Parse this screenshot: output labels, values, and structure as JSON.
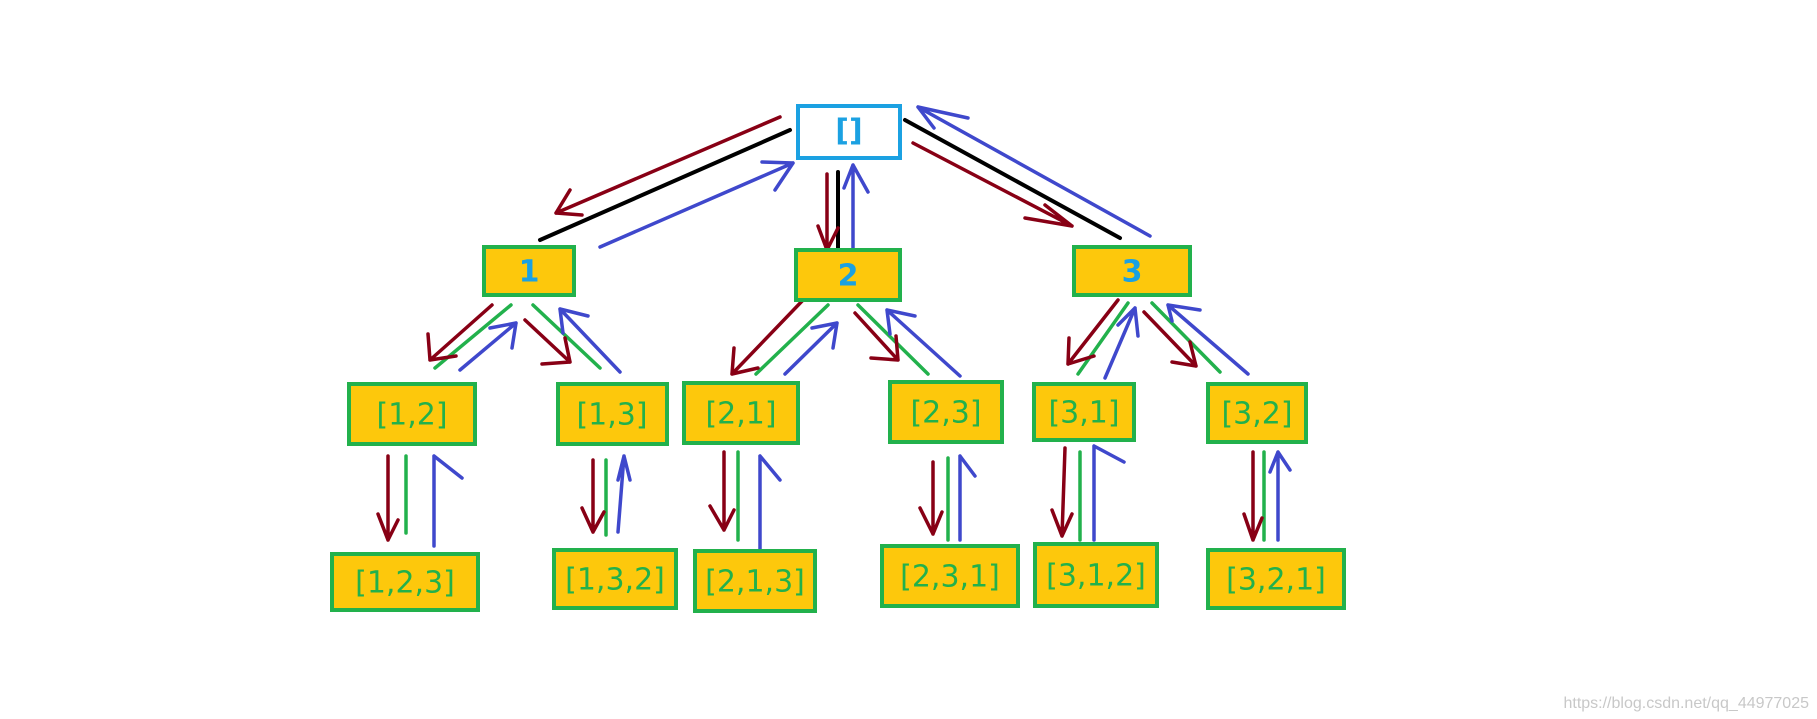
{
  "diagram": {
    "root": "[]",
    "level1": [
      "1",
      "2",
      "3"
    ],
    "level2": [
      "[1,2]",
      "[1,3]",
      "[2,1]",
      "[2,3]",
      "[3,1]",
      "[3,2]"
    ],
    "level3": [
      "[1,2,3]",
      "[1,3,2]",
      "[2,1,3]",
      "[2,3,1]",
      "[3,1,2]",
      "[3,2,1]"
    ]
  },
  "colors": {
    "node_fill": "#fdc80c",
    "node_border": "#22b14c",
    "root_border": "#1ba1e2",
    "label_blue": "#1ba1e2",
    "label_green": "#22b14c",
    "descend_arrow": "#880015",
    "return_arrow": "#3f48cc",
    "tree_edge_top": "#000000",
    "tree_edge_lower": "#22b14c"
  },
  "watermark": "https://blog.csdn.net/qq_44977025"
}
